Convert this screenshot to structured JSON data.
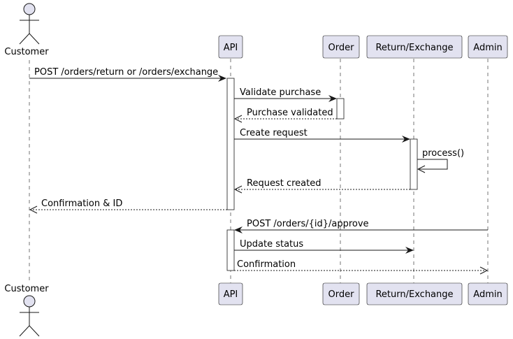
{
  "participants": {
    "customer": {
      "label": "Customer",
      "kind": "actor"
    },
    "api": {
      "label": "API"
    },
    "order": {
      "label": "Order"
    },
    "return_exchange": {
      "label": "Return/Exchange"
    },
    "admin": {
      "label": "Admin"
    }
  },
  "messages": [
    {
      "label": "POST /orders/return or /orders/exchange",
      "from": "customer",
      "to": "api",
      "style": "solid"
    },
    {
      "label": "Validate purchase",
      "from": "api",
      "to": "order",
      "style": "solid"
    },
    {
      "label": "Purchase validated",
      "from": "order",
      "to": "api",
      "style": "dashed"
    },
    {
      "label": "Create request",
      "from": "api",
      "to": "return_exchange",
      "style": "solid"
    },
    {
      "label": "process()",
      "from": "return_exchange",
      "to": "return_exchange",
      "style": "solid"
    },
    {
      "label": "Request created",
      "from": "return_exchange",
      "to": "api",
      "style": "dashed"
    },
    {
      "label": "Confirmation & ID",
      "from": "api",
      "to": "customer",
      "style": "dashed"
    },
    {
      "label": "POST /orders/{id}/approve",
      "from": "admin",
      "to": "api",
      "style": "solid"
    },
    {
      "label": "Update status",
      "from": "api",
      "to": "return_exchange",
      "style": "solid"
    },
    {
      "label": "Confirmation",
      "from": "api",
      "to": "admin",
      "style": "dashed"
    }
  ],
  "colors": {
    "participant_fill": "#e2e2f0",
    "line": "#181818",
    "activation_fill": "#ffffff"
  }
}
